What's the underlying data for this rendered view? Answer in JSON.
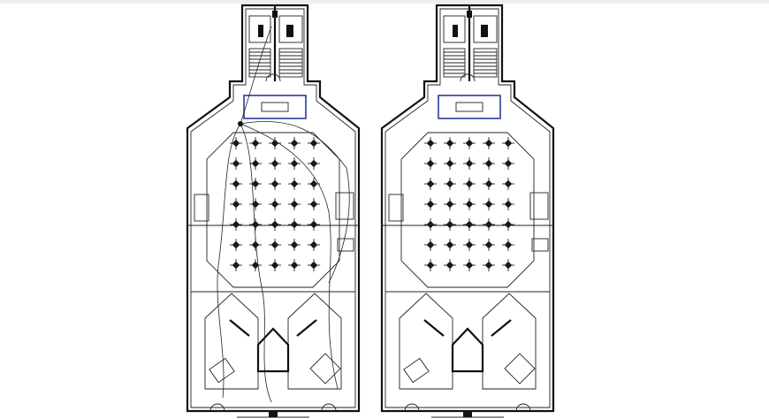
{
  "drawing": {
    "type": "floor-plan",
    "plans": [
      {
        "id": "left",
        "variant": "furniture-and-wiring"
      },
      {
        "id": "right",
        "variant": "furniture"
      }
    ],
    "line_color": "#111111",
    "accent_color": "#2a3b9a",
    "background": "#ffffff"
  }
}
